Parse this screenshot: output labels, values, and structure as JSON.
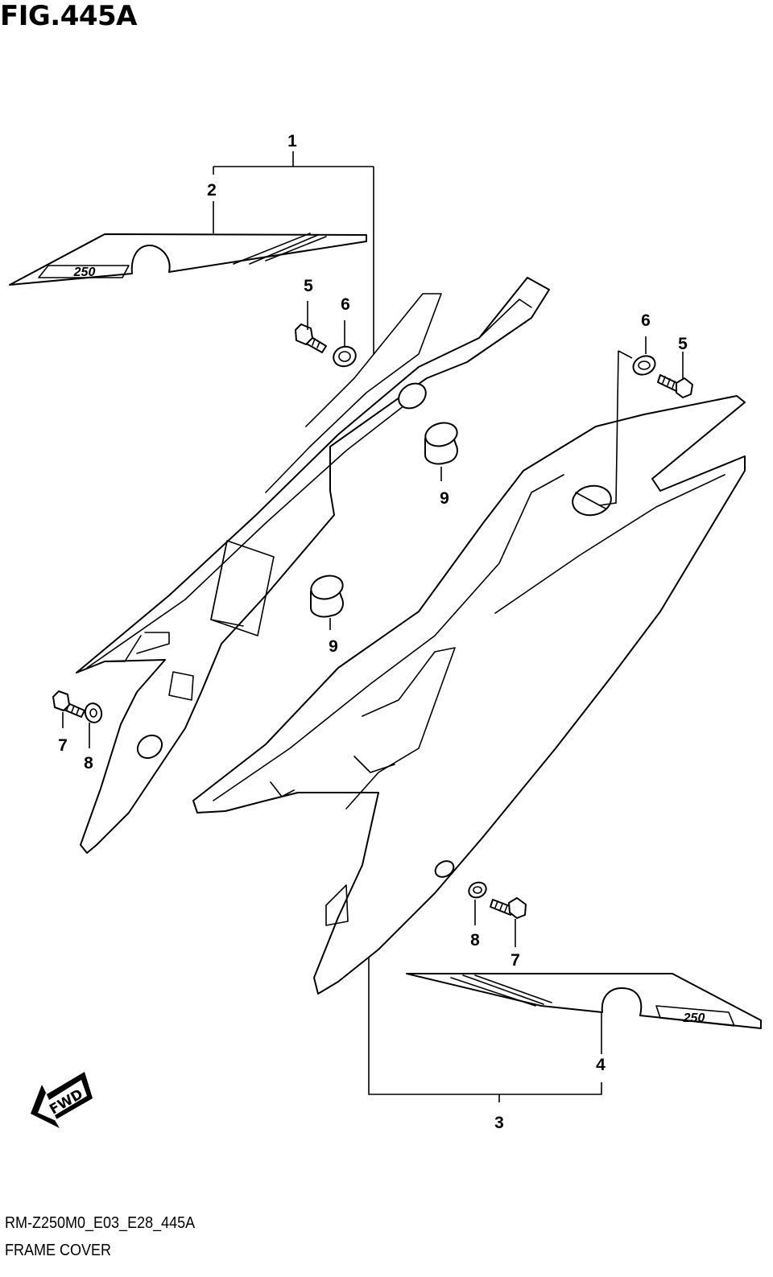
{
  "figure": {
    "title": "FIG.445A",
    "code": "RM-Z250M0_E03_E28_445A",
    "name": "FRAME COVER"
  },
  "callouts": {
    "c1": "1",
    "c2": "2",
    "c3": "3",
    "c4": "4",
    "c5a": "5",
    "c5b": "5",
    "c6a": "6",
    "c6b": "6",
    "c7a": "7",
    "c7b": "7",
    "c8a": "8",
    "c8b": "8",
    "c9a": "9",
    "c9b": "9"
  },
  "decals": {
    "left_logo": "250",
    "right_logo": "250"
  },
  "direction_arrow": {
    "label": "FWD"
  }
}
